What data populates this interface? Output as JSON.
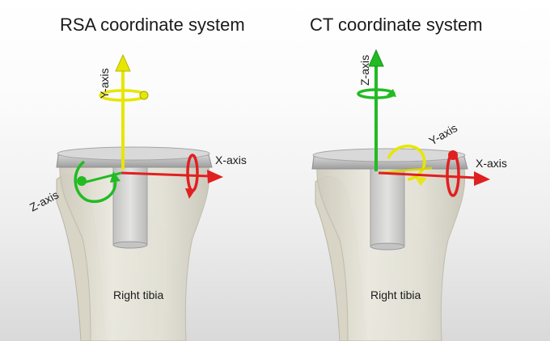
{
  "panels": {
    "rsa": {
      "title": "RSA coordinate system",
      "x_axis_label": "X-axis",
      "y_axis_label": "Y-axis",
      "z_axis_label": "Z-axis",
      "bone_label": "Right tibia"
    },
    "ct": {
      "title": "CT coordinate system",
      "x_axis_label": "X-axis",
      "y_axis_label": "Y-axis",
      "z_axis_label": "Z-axis",
      "bone_label": "Right tibia"
    }
  },
  "colors": {
    "x_axis": "#e02020",
    "y_axis": "#e6e600",
    "z_axis": "#22bb22",
    "bone": "#e8e6da",
    "implant_tray": "#b8b8b8",
    "implant_stem": "#d0d0d0"
  }
}
